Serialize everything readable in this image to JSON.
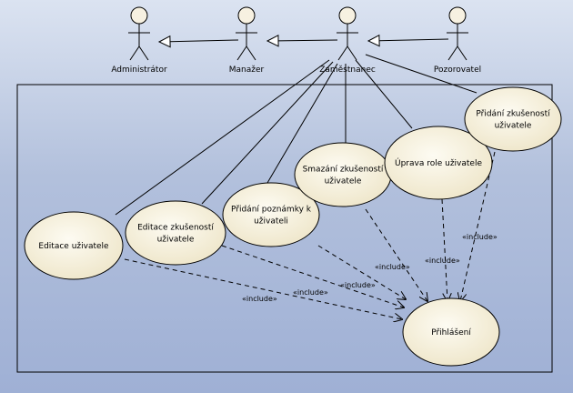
{
  "actors": [
    {
      "id": "admin",
      "name": "Administrátor",
      "icon": "stick-figure-icon"
    },
    {
      "id": "manager",
      "name": "Manažer",
      "icon": "stick-figure-icon"
    },
    {
      "id": "employee",
      "name": "Zaměstnanec",
      "icon": "stick-figure-icon"
    },
    {
      "id": "observer",
      "name": "Pozorovatel",
      "icon": "stick-figure-icon"
    }
  ],
  "use_cases": [
    {
      "id": "edit-user",
      "lines": [
        "Editace uživatele"
      ]
    },
    {
      "id": "edit-experience",
      "lines": [
        "Editace zkušeností",
        "uživatele"
      ]
    },
    {
      "id": "add-note",
      "lines": [
        "Přidání poznámky k",
        "uživateli"
      ]
    },
    {
      "id": "delete-experience",
      "lines": [
        "Smazání zkušeností",
        "uživatele"
      ]
    },
    {
      "id": "edit-role",
      "lines": [
        "Úprava role uživatele"
      ]
    },
    {
      "id": "add-experience",
      "lines": [
        "Přidání zkušeností",
        "uživatele"
      ]
    },
    {
      "id": "login",
      "lines": [
        "Přihlášení"
      ]
    }
  ],
  "generalizations": [
    {
      "from": "manager",
      "to": "admin"
    },
    {
      "from": "employee",
      "to": "manager"
    },
    {
      "from": "observer",
      "to": "employee"
    }
  ],
  "associations": [
    {
      "actor": "employee",
      "use_case": "edit-user"
    },
    {
      "actor": "employee",
      "use_case": "edit-experience"
    },
    {
      "actor": "employee",
      "use_case": "add-note"
    },
    {
      "actor": "employee",
      "use_case": "delete-experience"
    },
    {
      "actor": "employee",
      "use_case": "edit-role"
    },
    {
      "actor": "employee",
      "use_case": "add-experience"
    }
  ],
  "includes": [
    {
      "from": "edit-user",
      "to": "login",
      "label": "«include»"
    },
    {
      "from": "edit-experience",
      "to": "login",
      "label": "«include»"
    },
    {
      "from": "add-note",
      "to": "login",
      "label": "«include»"
    },
    {
      "from": "delete-experience",
      "to": "login",
      "label": "«include»"
    },
    {
      "from": "edit-role",
      "to": "login",
      "label": "«include»"
    },
    {
      "from": "add-experience",
      "to": "login",
      "label": "«include»"
    }
  ],
  "colors": {
    "background_top": "#dbe3f1",
    "background_bottom": "#9fb0d5",
    "use_case_fill": "#f5efd8",
    "use_case_fill_center": "#fdfbf2",
    "line": "#000000"
  }
}
